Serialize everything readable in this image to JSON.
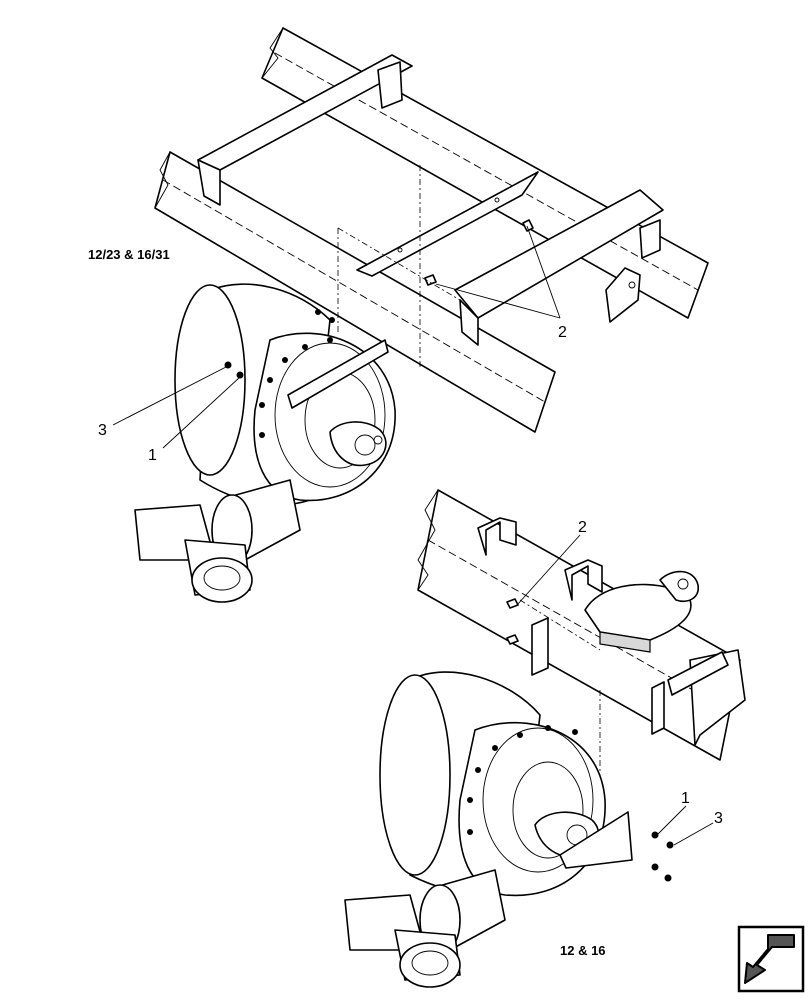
{
  "groups": {
    "upper_label": "12/23 & 16/31",
    "lower_label": "12 & 16"
  },
  "callouts": {
    "upper_3": "3",
    "upper_1": "1",
    "upper_2": "2",
    "lower_2": "2",
    "lower_1": "1",
    "lower_3": "3"
  },
  "icons": {
    "nav": "arrow-return-icon"
  }
}
